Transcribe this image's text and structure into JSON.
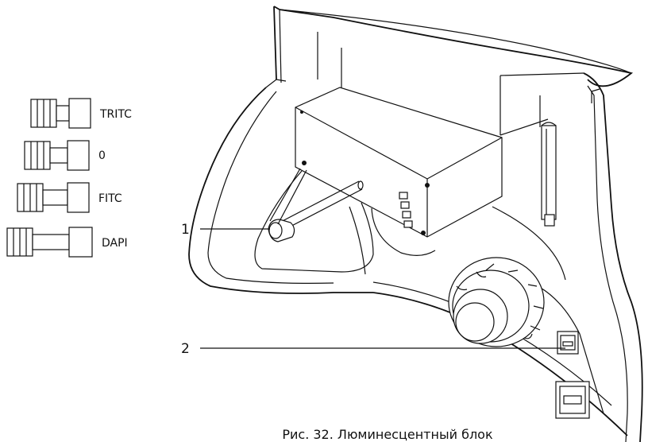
{
  "filter_positions": [
    {
      "label": "TRITC"
    },
    {
      "label": "0"
    },
    {
      "label": "FITC"
    },
    {
      "label": "DAPI"
    }
  ],
  "callouts": [
    {
      "number": "1"
    },
    {
      "number": "2"
    }
  ],
  "caption": "Рис. 32. Люминесцентный блок"
}
